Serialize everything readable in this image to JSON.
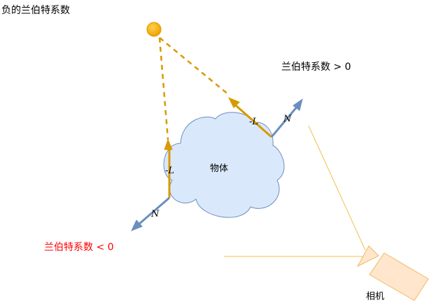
{
  "title": "负的兰伯特系数",
  "labels": {
    "positive": "兰伯特系数 > 0",
    "negative": "兰伯特系数 < 0",
    "object": "物体",
    "camera": "相机",
    "neg_l_top": "-L",
    "neg_l_left": "-L",
    "normal_top": "N",
    "normal_bottom": "N"
  },
  "colors": {
    "light": "#f5a800",
    "light_ray": "#d89a00",
    "normal_arrow": "#6c8ebf",
    "cloud_fill": "#dae8fc",
    "cloud_stroke": "#6c8ebf",
    "camera_fill": "#ffe6cc",
    "camera_stroke": "#f0b960",
    "camera_line": "#f0c050",
    "negative_text": "#ff0000"
  }
}
